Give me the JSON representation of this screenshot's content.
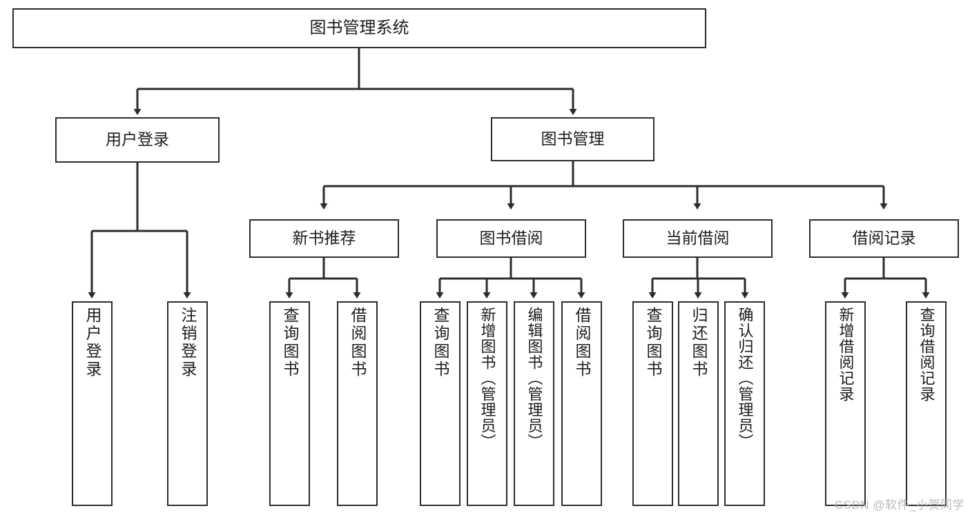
{
  "diagram": {
    "title": "图书管理系统",
    "type": "tree",
    "orientation": "top-down",
    "colors": {
      "background": "#ffffff",
      "box_fill": "#ffffff",
      "box_stroke": "#2b2b2b",
      "connector": "#2b2b2b",
      "text": "#1c1c1c",
      "watermark": "#b9b9b9"
    }
  },
  "nodes": {
    "root": {
      "label": "图书管理系统"
    },
    "level1": [
      {
        "label": "用户登录"
      },
      {
        "label": "图书管理"
      }
    ],
    "level2": [
      {
        "label": "新书推荐"
      },
      {
        "label": "图书借阅"
      },
      {
        "label": "当前借阅"
      },
      {
        "label": "借阅记录"
      }
    ],
    "leaves_user_login": [
      {
        "label": "用户登录"
      },
      {
        "label": "注销登录"
      }
    ],
    "leaves_new_book": [
      {
        "label": "查询图书"
      },
      {
        "label": "借阅图书"
      }
    ],
    "leaves_borrow": [
      {
        "label": "查询图书"
      },
      {
        "label": "新增图书（管理员）"
      },
      {
        "label": "编辑图书（管理员）"
      },
      {
        "label": "借阅图书"
      }
    ],
    "leaves_current": [
      {
        "label": "查询图书"
      },
      {
        "label": "归还图书"
      },
      {
        "label": "确认归还（管理员）"
      }
    ],
    "leaves_records": [
      {
        "label": "新增借阅记录"
      },
      {
        "label": "查询借阅记录"
      }
    ]
  },
  "watermark": {
    "text": "CSDN @软件_小贺同学"
  }
}
